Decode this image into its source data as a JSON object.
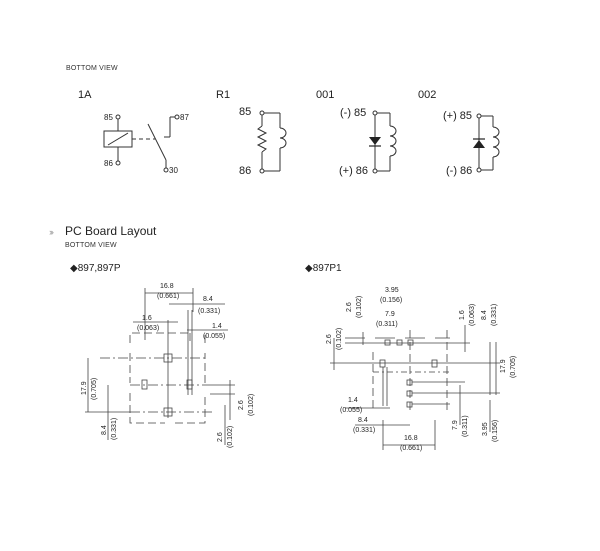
{
  "wiring": {
    "caption": "BOTTOM VIEW",
    "diagrams": [
      {
        "id": "1A",
        "label": "1A",
        "pins": [
          "85",
          "86",
          "87",
          "30"
        ]
      },
      {
        "id": "R1",
        "label": "R1",
        "pins": [
          "85",
          "86"
        ]
      },
      {
        "id": "001",
        "label": "001",
        "pins": [
          "(-) 85",
          "(+) 86"
        ]
      },
      {
        "id": "002",
        "label": "002",
        "pins": [
          "(+) 85",
          "(-) 86"
        ]
      }
    ]
  },
  "pcb": {
    "title": "PC Board Layout",
    "caption": "BOTTOM VIEW",
    "bullet_icon": "triple-chevron-icon",
    "left": {
      "model": "◆897,897P",
      "dims": {
        "d168": "16.8",
        "d168in": "(0.661)",
        "d84": "8.4",
        "d84in": "(0.331)",
        "d16": "1.6",
        "d16in": "(0.063)",
        "d14": "1.4",
        "d14in": "(0.055)",
        "d179": "17.9",
        "d179in": "(0.705)",
        "d84v": "8.4",
        "d84vin": "(0.331)",
        "d26a": "2.6",
        "d26ain": "(0.102)",
        "d26b": "2.6",
        "d26bin": "(0.102)"
      }
    },
    "right": {
      "model": "◆897P1",
      "dims": {
        "d395": "3.95",
        "d395in": "(0.156)",
        "d79": "7.9",
        "d79in": "(0.311)",
        "d26": "2.6",
        "d26in": "(0.102)",
        "d26l": "2.6",
        "d26lin": "(0.102)",
        "d16": "1.6",
        "d16in": "(0.063)",
        "d84": "8.4",
        "d84in": "(0.331)",
        "d179": "17.9",
        "d179in": "(0.705)",
        "d14": "1.4",
        "d14in": "(0.055)",
        "d84b": "8.4",
        "d84bin": "(0.331)",
        "d168": "16.8",
        "d168in": "(0.661)",
        "d79b": "7.9",
        "d79bin": "(0.311)",
        "d395b": "3.95",
        "d395bin": "(0.156)"
      }
    }
  }
}
